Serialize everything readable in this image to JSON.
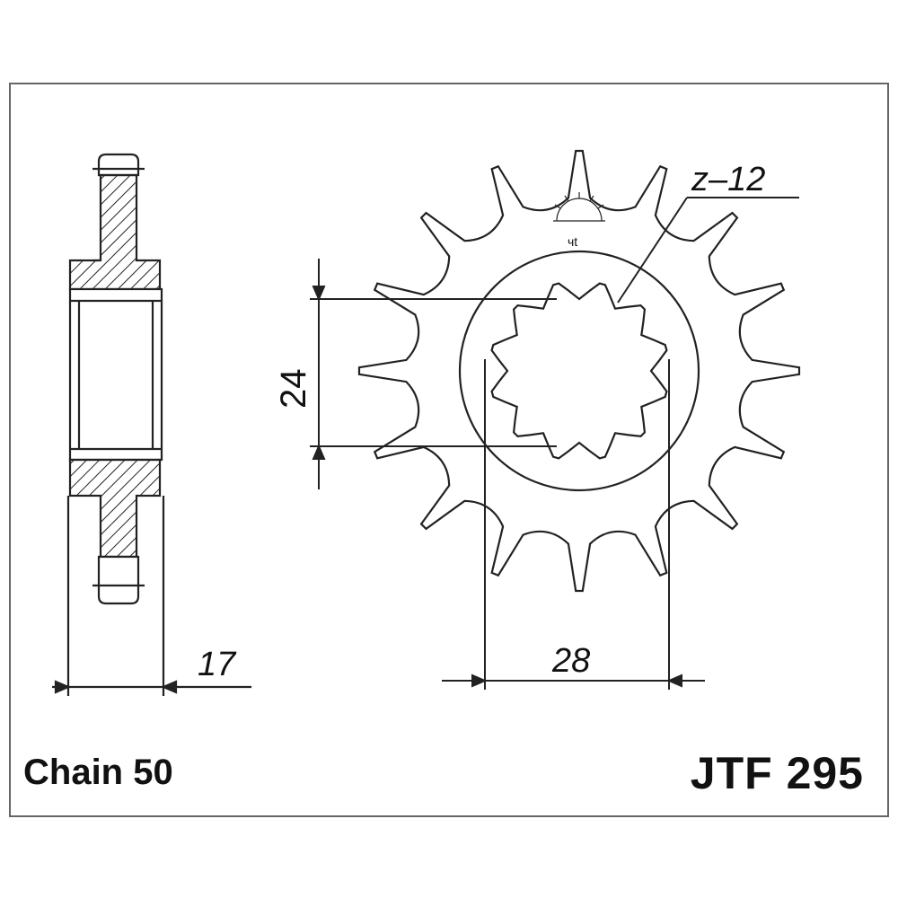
{
  "drawing": {
    "dimensions": {
      "width": "17",
      "bore_height": "24",
      "spline_width": "28",
      "spline_teeth": "z–12"
    },
    "hub_mark": "чt"
  },
  "footer": {
    "chain": "Chain 50",
    "part_number": "JTF 295"
  }
}
